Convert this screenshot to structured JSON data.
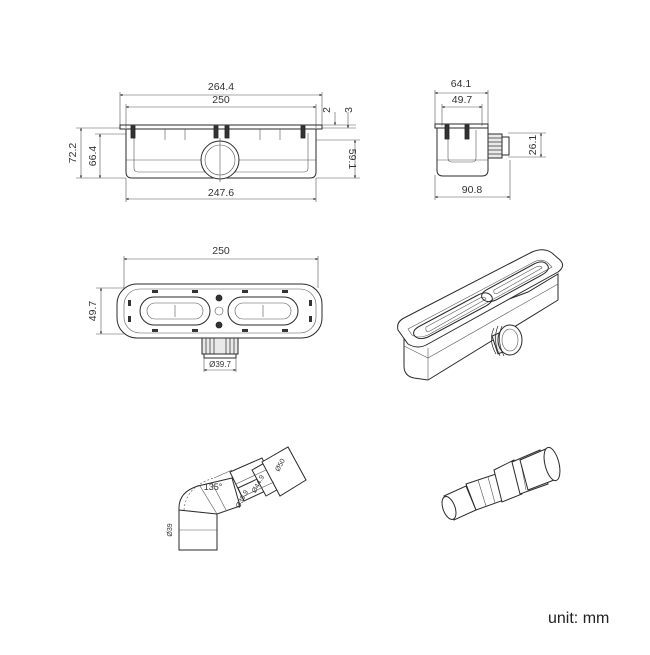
{
  "dimensions": {
    "front": {
      "overall_width": "264.4",
      "inner_width": "250",
      "flange_thin": "2",
      "flange_thick": "3",
      "overall_height": "72.2",
      "body_height": "66.4",
      "right_height": "59.1",
      "base_width": "247.6"
    },
    "side": {
      "top_width": "64.1",
      "inner_width": "49.7",
      "outlet_height": "26.1",
      "overall_depth": "90.8"
    },
    "top": {
      "length": "250",
      "width": "49.7",
      "outlet_diameter": "Ø39.7"
    },
    "elbow": {
      "angle": "135°",
      "d50": "Ø50",
      "d44": "Ø44.9",
      "d39_9": "Ø39.9",
      "d39": "Ø39"
    }
  },
  "unit_label": "unit: mm"
}
